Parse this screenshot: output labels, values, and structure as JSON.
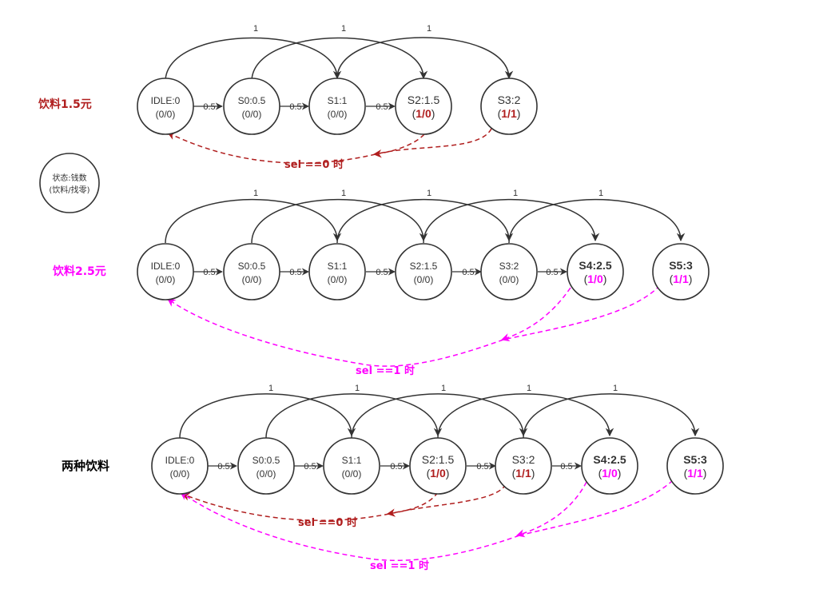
{
  "colors": {
    "stroke": "#333333",
    "dark_red": "#b01e1e",
    "magenta": "#ff00ff"
  },
  "legend": {
    "line1": "状态:钱数",
    "line2": "(饮料/找零)"
  },
  "rows": [
    {
      "label": "饮料1.5元",
      "label_color": "#b01e1e",
      "step_label": "0.5",
      "jump_label": "1",
      "states": [
        {
          "name": "IDLE:0",
          "out_open": "(",
          "out_a": "0",
          "out_sep": "/",
          "out_b": "0",
          "out_close": ")",
          "style": "normal",
          "a_color": "",
          "b_color": ""
        },
        {
          "name": "S0:0.5",
          "out_open": "(",
          "out_a": "0",
          "out_sep": "/",
          "out_b": "0",
          "out_close": ")",
          "style": "normal",
          "a_color": "",
          "b_color": ""
        },
        {
          "name": "S1:1",
          "out_open": "(",
          "out_a": "0",
          "out_sep": "/",
          "out_b": "0",
          "out_close": ")",
          "style": "normal",
          "a_color": "",
          "b_color": ""
        },
        {
          "name": "S2:1.5",
          "out_open": "(",
          "out_a": "1",
          "out_sep": "/",
          "out_b": "0",
          "out_close": ")",
          "style": "mid",
          "a_color": "#b01e1e",
          "b_color": "#b01e1e"
        },
        {
          "name": "S3:2",
          "out_open": "(",
          "out_a": "1",
          "out_sep": "/",
          "out_b": "1",
          "out_close": ")",
          "style": "mid",
          "a_color": "#b01e1e",
          "b_color": "#b01e1e"
        }
      ],
      "return_label": "sel ==0 时",
      "return_color": "#b01e1e"
    },
    {
      "label": "饮料2.5元",
      "label_color": "#ff00ff",
      "step_label": "0.5",
      "jump_label": "1",
      "states": [
        {
          "name": "IDLE:0",
          "out_open": "(",
          "out_a": "0",
          "out_sep": "/",
          "out_b": "0",
          "out_close": ")",
          "style": "normal",
          "a_color": "",
          "b_color": ""
        },
        {
          "name": "S0:0.5",
          "out_open": "(",
          "out_a": "0",
          "out_sep": "/",
          "out_b": "0",
          "out_close": ")",
          "style": "normal",
          "a_color": "",
          "b_color": ""
        },
        {
          "name": "S1:1",
          "out_open": "(",
          "out_a": "0",
          "out_sep": "/",
          "out_b": "0",
          "out_close": ")",
          "style": "normal",
          "a_color": "",
          "b_color": ""
        },
        {
          "name": "S2:1.5",
          "out_open": "(",
          "out_a": "0",
          "out_sep": "/",
          "out_b": "0",
          "out_close": ")",
          "style": "normal",
          "a_color": "",
          "b_color": ""
        },
        {
          "name": "S3:2",
          "out_open": "(",
          "out_a": "0",
          "out_sep": "/",
          "out_b": "0",
          "out_close": ")",
          "style": "normal",
          "a_color": "",
          "b_color": ""
        },
        {
          "name": "S4:2.5",
          "out_open": "(",
          "out_a": "1",
          "out_sep": "/",
          "out_b": "0",
          "out_close": ")",
          "style": "bold",
          "a_color": "#ff00ff",
          "b_color": "#ff00ff"
        },
        {
          "name": "S5:3",
          "out_open": "(",
          "out_a": "1",
          "out_sep": "/",
          "out_b": "1",
          "out_close": ")",
          "style": "bold",
          "a_color": "#ff00ff",
          "b_color": "#ff00ff"
        }
      ],
      "return_label": "sel ==1 时",
      "return_color": "#ff00ff"
    },
    {
      "label": "两种饮料",
      "label_color": "#000000",
      "step_label": "0.5",
      "jump_label": "1",
      "states": [
        {
          "name": "IDLE:0",
          "out_open": "(",
          "out_a": "0",
          "out_sep": "/",
          "out_b": "0",
          "out_close": ")",
          "style": "normal",
          "a_color": "",
          "b_color": ""
        },
        {
          "name": "S0:0.5",
          "out_open": "(",
          "out_a": "0",
          "out_sep": "/",
          "out_b": "0",
          "out_close": ")",
          "style": "normal",
          "a_color": "",
          "b_color": ""
        },
        {
          "name": "S1:1",
          "out_open": "(",
          "out_a": "0",
          "out_sep": "/",
          "out_b": "0",
          "out_close": ")",
          "style": "normal",
          "a_color": "",
          "b_color": ""
        },
        {
          "name": "S2:1.5",
          "out_open": "(",
          "out_a": "1",
          "out_sep": "/",
          "out_b": "0",
          "out_close": ")",
          "style": "mid",
          "a_color": "#b01e1e",
          "b_color": "#b01e1e"
        },
        {
          "name": "S3:2",
          "out_open": "(",
          "out_a": "1",
          "out_sep": "/",
          "out_b": "1",
          "out_close": ")",
          "style": "mid",
          "a_color": "#b01e1e",
          "b_color": "#b01e1e"
        },
        {
          "name": "S4:2.5",
          "out_open": "(",
          "out_a": "1",
          "out_sep": "/",
          "out_b": "0",
          "out_close": ")",
          "style": "bold",
          "a_color": "#ff00ff",
          "b_color": "#ff00ff"
        },
        {
          "name": "S5:3",
          "out_open": "(",
          "out_a": "1",
          "out_sep": "/",
          "out_b": "1",
          "out_close": ")",
          "style": "bold",
          "a_color": "#ff00ff",
          "b_color": "#ff00ff"
        }
      ],
      "returns": [
        {
          "label": "sel ==0 时",
          "color": "#b01e1e"
        },
        {
          "label": "sel ==1 时",
          "color": "#ff00ff"
        }
      ]
    }
  ]
}
